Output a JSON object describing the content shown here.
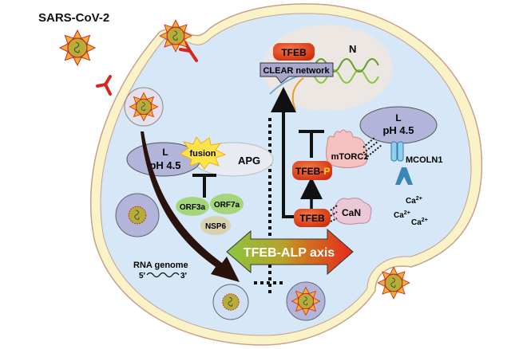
{
  "title": "SARS-CoV-2",
  "colors": {
    "cytoplasm": "#d6e8f8",
    "membrane": "#fbf3c8",
    "membrane_edge": "#c7a08a",
    "nucleus": "#ece7e2",
    "lysosome": "#b3b4da",
    "tfeb": "#e8421c",
    "virus_core": "#b5ad3a",
    "virus_spike": "#e6b33a",
    "green_arrow": "#8cc63f",
    "red_arrow": "#e8281c"
  },
  "nucleus": {
    "label": "N",
    "tfeb_label": "TFEB",
    "clear_label": "CLEAR network"
  },
  "left_lysosome": {
    "line1": "L",
    "line2": "pH 4.5"
  },
  "right_lysosome": {
    "line1": "L",
    "line2": "pH 4.5"
  },
  "fusion_label": "fusion",
  "apg_label": "APG",
  "viral_proteins": [
    "ORF3a",
    "ORF7a",
    "NSP6"
  ],
  "rna": {
    "label": "RNA genome",
    "five": "5′",
    "three": "3′"
  },
  "tfeb_p": {
    "base": "TFEB-",
    "p": "P"
  },
  "tfeb_label": "TFEB",
  "mtorc1_label": "mTORC1",
  "can_label": "CaN",
  "mcoln1_label": "MCOLN1",
  "calcium": [
    "Ca",
    "2+"
  ],
  "axis_label": "TFEB-ALP axis"
}
